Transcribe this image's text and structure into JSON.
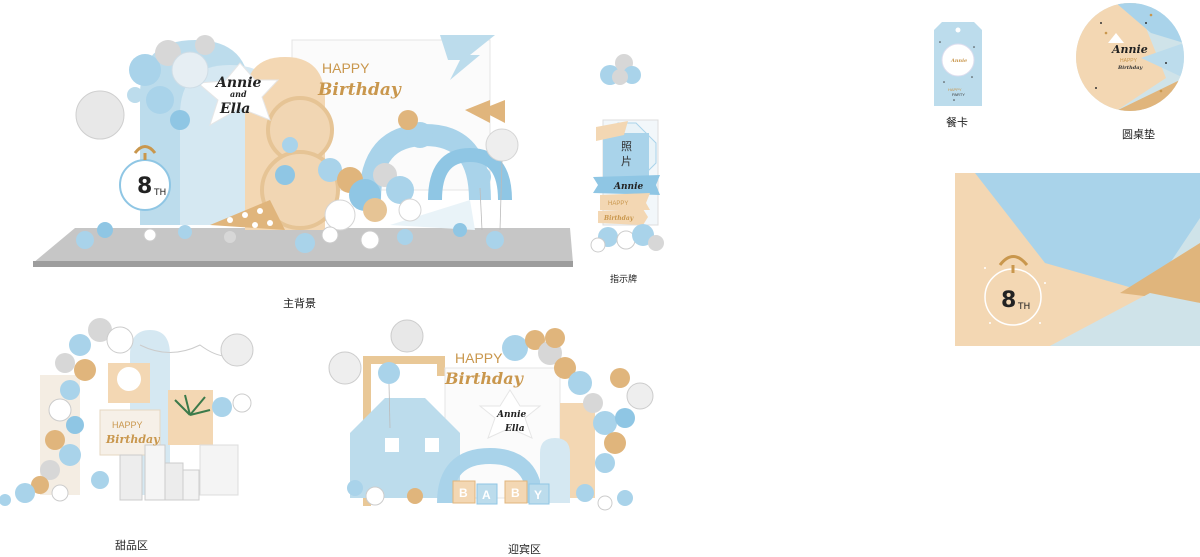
{
  "captions": {
    "main_backdrop": "主背景",
    "signboard": "指示牌",
    "place_card": "餐卡",
    "round_table_mat": "圆桌垫",
    "dessert_area": "甜品区",
    "welcome_area": "迎宾区"
  },
  "text": {
    "happy": "HAPPY",
    "birthday": "Birthday",
    "annie": "Annie",
    "and": "and",
    "ella": "Ella",
    "photo_1": "照",
    "photo_2": "片",
    "eighth_num": "8",
    "eighth_suffix": "TH",
    "baby_letters": [
      "B",
      "A",
      "B",
      "Y"
    ],
    "card_center": "Annie",
    "mat_party": "PARTY"
  },
  "colors": {
    "light_blue": "#a9d3ea",
    "sky_blue": "#8fc6e4",
    "pale_blue": "#d5e8f2",
    "beige": "#f3d7b3",
    "tan": "#e0b57c",
    "gold": "#c9974d",
    "silver": "#d7d7d7",
    "platform": "#c8c8c8"
  }
}
